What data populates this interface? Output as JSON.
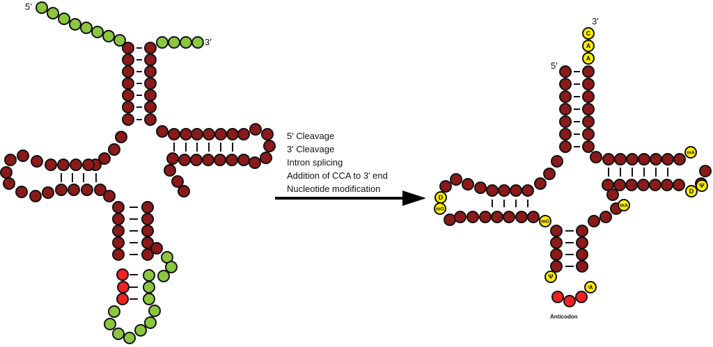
{
  "left_strand": {
    "five_prime": "5′",
    "three_prime": "3′"
  },
  "arrow_steps": [
    "5′ Cleavage",
    "3′ Cleavage",
    "Intron splicing",
    "Addition of CCA to 3′ end",
    "Nucleotide modification"
  ],
  "right_strand": {
    "five_prime": "5′",
    "three_prime": "3′",
    "cca_letters": [
      "C",
      "A",
      "A"
    ],
    "mod_labels": {
      "dloop_top": "D",
      "dloop_mg": "mG",
      "mg_junction": "mG",
      "tpsi_ma_top": "mA",
      "tpsi_psi": "Ψ",
      "tpsi_d": "D",
      "tpsi_ma_bottom": "mA",
      "anticodon_psi": "Ψ",
      "anticodon_ia": "ᴵA"
    },
    "anticodon_label": "Anticodon"
  },
  "colors": {
    "green": "#8cc63f",
    "maroon": "#8b1a1a",
    "red": "#ee2222",
    "yellow": "#ffee00",
    "outline": "#111111"
  }
}
